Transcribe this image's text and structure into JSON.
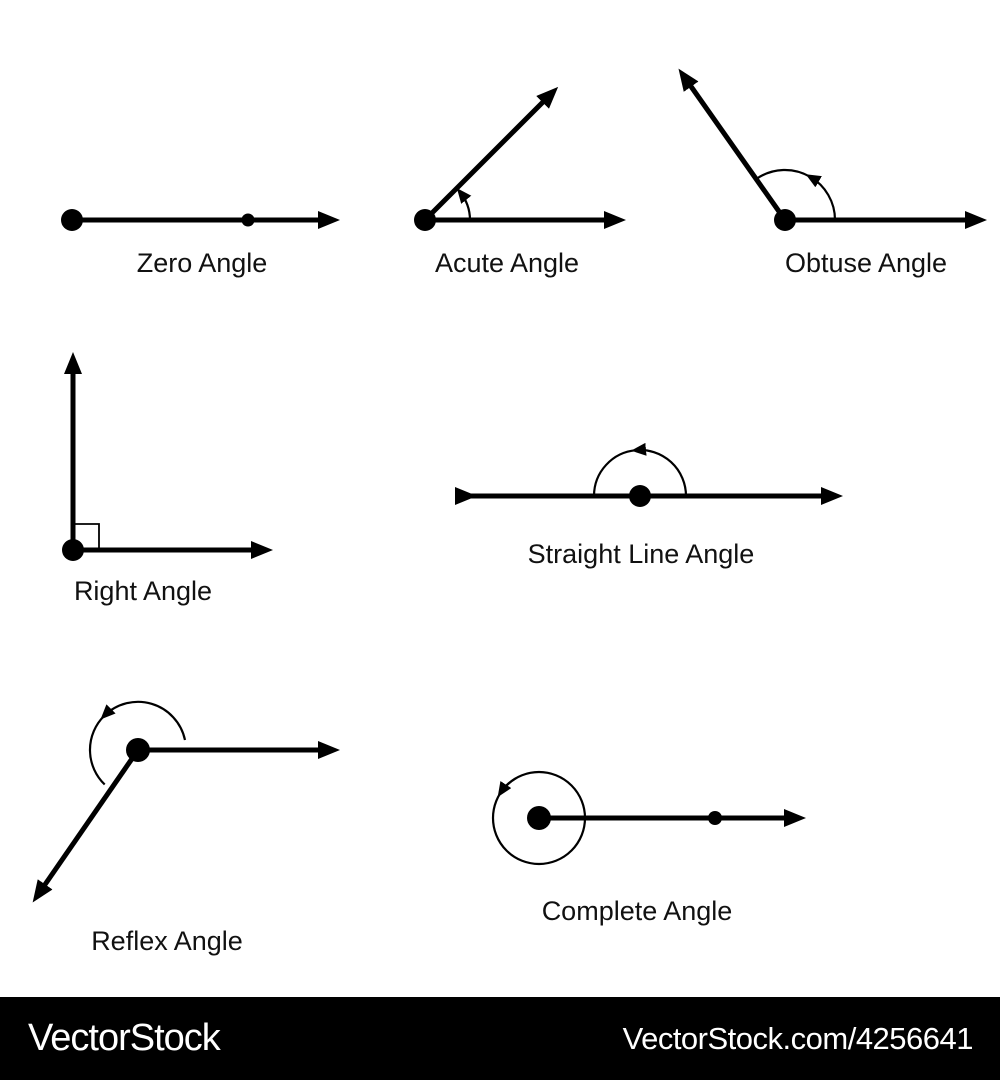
{
  "figures": {
    "zero": {
      "label": "Zero Angle"
    },
    "acute": {
      "label": "Acute Angle"
    },
    "obtuse": {
      "label": "Obtuse Angle"
    },
    "right": {
      "label": "Right Angle"
    },
    "straight": {
      "label": "Straight Line Angle"
    },
    "reflex": {
      "label": "Reflex Angle"
    },
    "complete": {
      "label": "Complete Angle"
    }
  },
  "footer": {
    "brand": "VectorStock",
    "credit": "VectorStock.com/4256641"
  },
  "colors": {
    "ink": "#000000",
    "background": "#ffffff",
    "footer_bg": "#000000",
    "footer_text": "#ffffff"
  }
}
